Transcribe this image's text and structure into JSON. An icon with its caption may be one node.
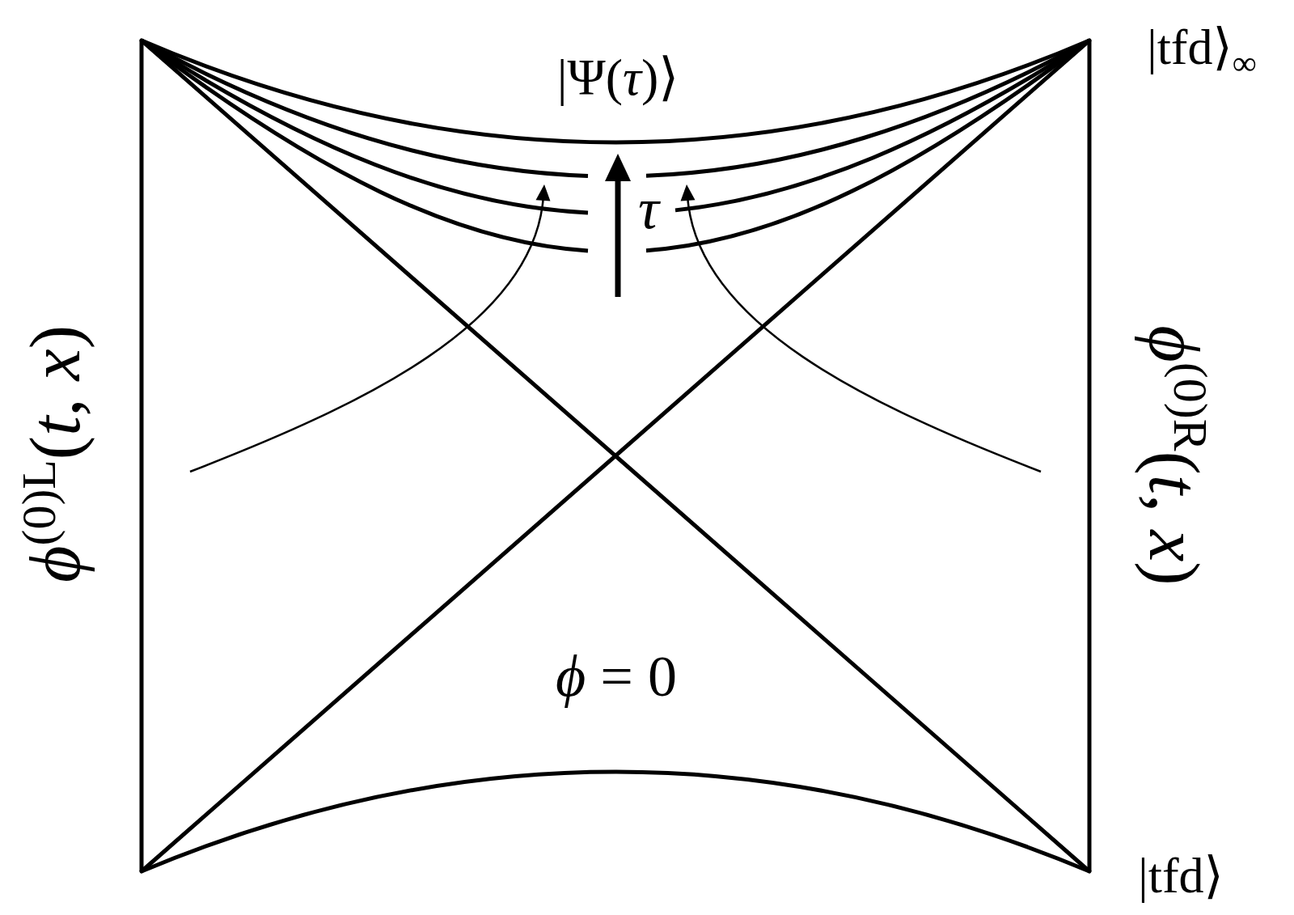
{
  "diagram": {
    "labels": [
      "|Ψ(*τ*)⟩",
      "|tfd⟩$_{∞}$",
      "τ",
      "*ϕ*$^{(0)L}$(*t*, *x*)",
      "*ϕ*$^{(0)R}$(*t*, *x*)",
      "*ϕ* = 0",
      "|tfd⟩"
    ]
  }
}
